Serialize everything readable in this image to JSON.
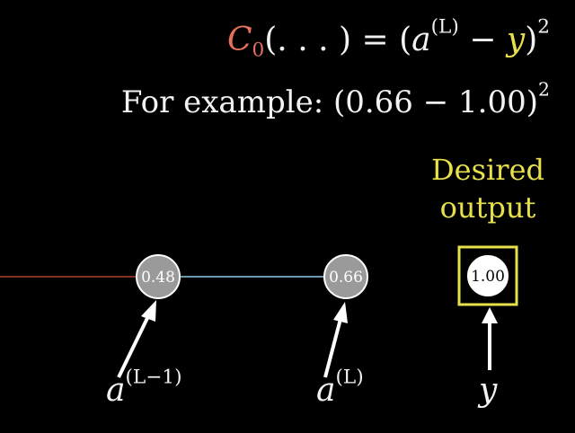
{
  "formula": {
    "cost_symbol": "C",
    "cost_subscript": "0",
    "cost_args": "(. . . ) = (",
    "activation": "a",
    "activation_sup": "(L)",
    "minus": " − ",
    "target": "y",
    "close": ")",
    "power": "2"
  },
  "example": {
    "text": "For example:  (0.66 − 1.00)",
    "power": "2"
  },
  "desired_output": {
    "line1": "Desired",
    "line2": "output"
  },
  "nodes": {
    "prev_value": "0.48",
    "last_value": "0.66",
    "target_value": "1.00"
  },
  "labels": {
    "prev_base": "a",
    "prev_sup": "(L−1)",
    "last_base": "a",
    "last_sup": "(L)",
    "target": "y"
  },
  "colors": {
    "red": "#e8705e",
    "yellow": "#e8e04a",
    "blue_edge": "#8fc9ea",
    "node_gray": "#9a9a9a"
  }
}
